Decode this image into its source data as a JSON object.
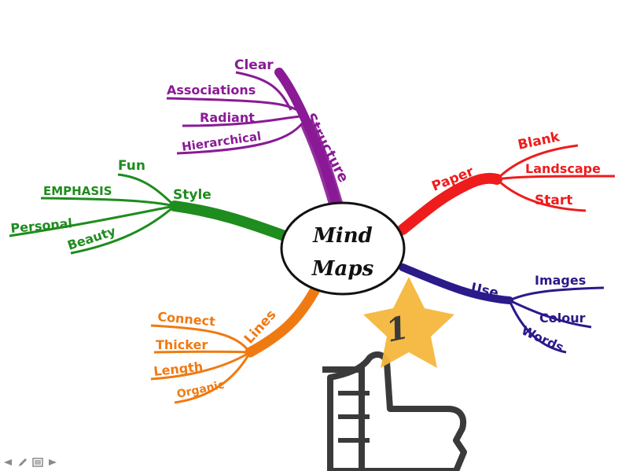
{
  "center": {
    "line1": "Mind",
    "line2": "Maps"
  },
  "branches": {
    "structure": {
      "label": "Structure",
      "color": "#8a1a96",
      "leaves": [
        "Clear",
        "Associations",
        "Radiant",
        "Hierarchical"
      ]
    },
    "paper": {
      "label": "Paper",
      "color": "#ee1c1c",
      "leaves": [
        "Blank",
        "Landscape",
        "Start"
      ]
    },
    "style": {
      "label": "Style",
      "color": "#1e8c1e",
      "leaves": [
        "Fun",
        "EMPHASIS",
        "Personal",
        "Beauty"
      ]
    },
    "use": {
      "label": "Use",
      "color": "#2a1a8a",
      "leaves": [
        "Images",
        "Colour",
        "Words"
      ]
    },
    "lines": {
      "label": "Lines",
      "color": "#f07a12",
      "leaves": [
        "Connect",
        "Thicker",
        "Length",
        "Organic"
      ]
    }
  },
  "badge": {
    "number": "1",
    "star_color": "#f6b73c",
    "hand_icon": "thumbs-up-icon"
  },
  "controls": [
    {
      "name": "prev-arrow-icon",
      "symbol": "◀"
    },
    {
      "name": "pen-icon",
      "symbol": "✎"
    },
    {
      "name": "menu-icon",
      "symbol": "▤"
    },
    {
      "name": "next-arrow-icon",
      "symbol": "▶"
    }
  ]
}
